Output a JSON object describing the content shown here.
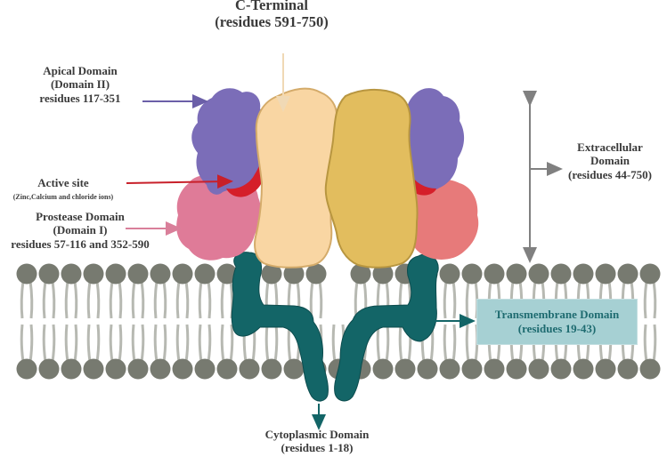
{
  "labels": {
    "c_terminal": {
      "line1": "C-Terminal",
      "line2": "(residues 591-750)"
    },
    "apical": {
      "line1": "Apical Domain",
      "line2": "(Domain II)",
      "line3": "residues 117-351"
    },
    "active_site": {
      "line1": "Active site",
      "line2": "(Zinc,Calcium and chloride ions)"
    },
    "protease": {
      "line1": "Prostease Domain",
      "line2": "(Domain I)",
      "line3": "residues 57-116 and 352-590"
    },
    "extracellular": {
      "line1": "Extracellular",
      "line2": "Domain",
      "line3": "(residues 44-750)"
    },
    "transmembrane": {
      "line1": "Transmembrane Domain",
      "line2": "(residues 19-43)"
    },
    "cytoplasmic": {
      "line1": "Cytoplasmic Domain",
      "line2": "(residues 1-18)"
    }
  },
  "colors": {
    "c_terminal_left": "#f9d6a3",
    "c_terminal_right": "#e2bd5e",
    "apical": "#7b6db8",
    "active_site": "#d51f2a",
    "protease_left": "#df7b98",
    "protease_right": "#e77a7a",
    "transmembrane": "#136567",
    "membrane_head": "#777a70",
    "membrane_tail": "#b7b9b2",
    "arrow_cterm": "#f0d9b5",
    "arrow_apical": "#6b5fa8",
    "arrow_active": "#c8202a",
    "arrow_protease": "#d97f9a",
    "arrow_extra": "#808080",
    "arrow_tm": "#136567"
  }
}
